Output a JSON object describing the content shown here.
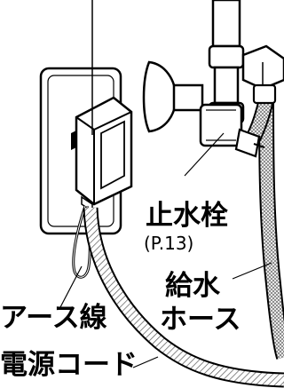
{
  "labels": {
    "stop_valve": "止水栓",
    "stop_valve_page": "(P.13)",
    "water_hose_line1": "給水",
    "water_hose_line2": "ホース",
    "earth_wire": "アース線",
    "power_cord": "電源コード"
  },
  "colors": {
    "ink": "#000000",
    "paper": "#ffffff",
    "hatch": "#555555"
  }
}
